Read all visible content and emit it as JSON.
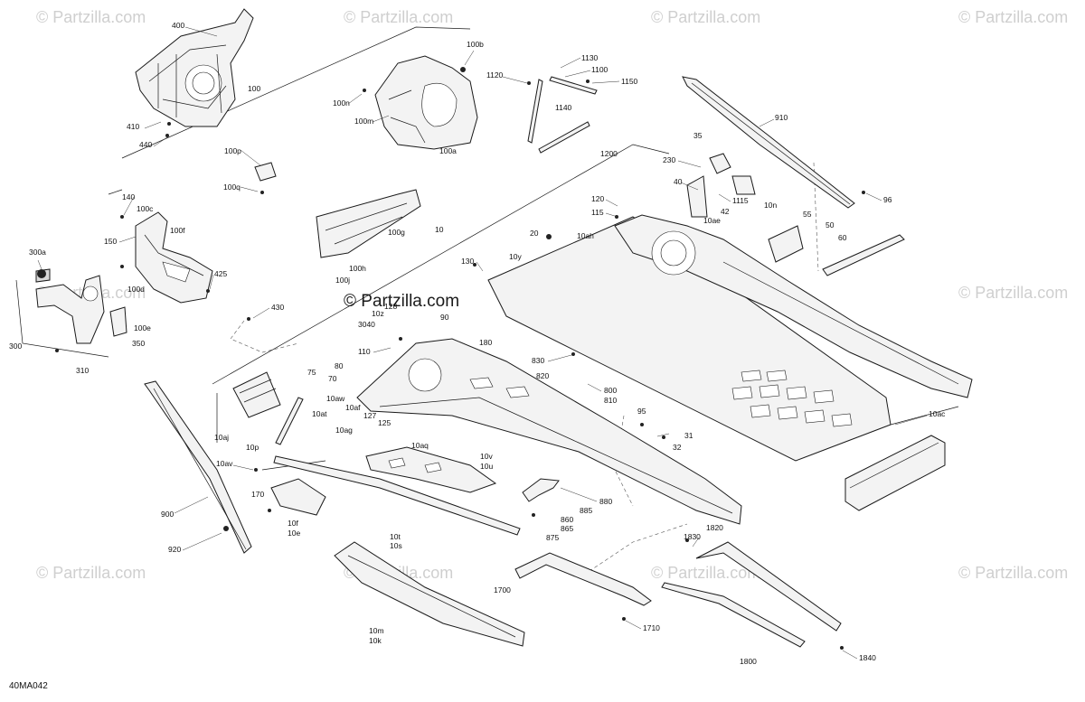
{
  "diagram": {
    "code": "40MA042",
    "watermark_center": "© Partzilla.com",
    "watermark_faint": "© Partzilla.com",
    "labels": {
      "l400": "400",
      "l100": "100",
      "l410": "410",
      "l440": "440",
      "l100b": "100b",
      "l100n": "100n",
      "l100m": "100m",
      "l100a": "100a",
      "l1130": "1130",
      "l1100": "1100",
      "l1120": "1120",
      "l1150": "1150",
      "l1140": "1140",
      "l1200": "1200",
      "l910": "910",
      "l100p": "100p",
      "l100q": "100q",
      "l35": "35",
      "l230": "230",
      "l40": "40",
      "l1115": "1115",
      "l10n": "10n",
      "l42": "42",
      "l10ae": "10ae",
      "l96": "96",
      "l120": "120",
      "l115": "115",
      "l140": "140",
      "l100c": "100c",
      "l100f": "100f",
      "l150": "150",
      "l100g": "100g",
      "l10": "10",
      "l55": "55",
      "l50": "50",
      "l60": "60",
      "l20": "20",
      "l10ah": "10ah",
      "l300a": "300a",
      "l100d": "100d",
      "l425": "425",
      "l100h": "100h",
      "l100j": "100j",
      "l130": "130",
      "l10y": "10y",
      "l300": "300",
      "l350": "350",
      "l100e": "100e",
      "l310": "310",
      "l430": "430",
      "l128": "128",
      "l10z": "10z",
      "l3040": "3040",
      "l90": "90",
      "l180": "180",
      "l110": "110",
      "l830": "830",
      "l820": "820",
      "l80": "80",
      "l70": "70",
      "l75": "75",
      "l10aw": "10aw",
      "l10af": "10af",
      "l127": "127",
      "l10at": "10at",
      "l125": "125",
      "l800": "800",
      "l810": "810",
      "l10ag": "10ag",
      "l95": "95",
      "l10aj": "10aj",
      "l10aq": "10aq",
      "l31": "31",
      "l32": "32",
      "l10p": "10p",
      "l10ac": "10ac",
      "l10av": "10av",
      "l10v": "10v",
      "l10u": "10u",
      "l900": "900",
      "l170": "170",
      "l880": "880",
      "l885": "885",
      "l860": "860",
      "l865": "865",
      "l875": "875",
      "l10f": "10f",
      "l10e": "10e",
      "l10t": "10t",
      "l10s": "10s",
      "l920": "920",
      "l1820": "1820",
      "l1830": "1830",
      "l1700": "1700",
      "l1710": "1710",
      "l10m": "10m",
      "l10k": "10k",
      "l1800": "1800",
      "l1840": "1840"
    }
  }
}
